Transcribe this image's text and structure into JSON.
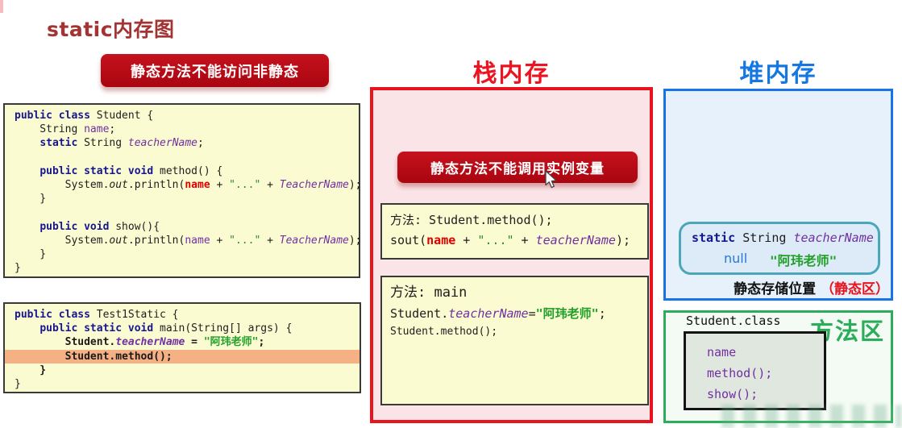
{
  "page": {
    "title": "static内存图"
  },
  "badges": {
    "no_access_nonstatic": "静态方法不能访问非静态",
    "no_instance_vars": "静态方法不能调用实例变量"
  },
  "regions": {
    "stack_title": "栈内存",
    "heap_title": "堆内存",
    "method_area_title": "方法区"
  },
  "colors": {
    "stack_red": "#e8131c",
    "heap_blue": "#1873e8",
    "method_green": "#2bad5a",
    "badge_red": "#b00a14",
    "code_bg": "#fbfbd2",
    "highlight_line": "#f5b183",
    "keyword_navy": "#16168e",
    "field_purple": "#7030a0",
    "string_green": "#22a029",
    "error_red": "#e00000"
  },
  "code_student": {
    "lines": [
      {
        "tokens": [
          {
            "t": "public class ",
            "c": "kw"
          },
          {
            "t": "Student {",
            "c": "pl"
          }
        ]
      },
      {
        "tokens": [
          {
            "t": "    String ",
            "c": "pl"
          },
          {
            "t": "name",
            "c": "fld"
          },
          {
            "t": ";",
            "c": "pl"
          }
        ]
      },
      {
        "tokens": [
          {
            "t": "    ",
            "c": "pl"
          },
          {
            "t": "static ",
            "c": "kw"
          },
          {
            "t": "String ",
            "c": "pl"
          },
          {
            "t": "teacherName",
            "c": "fldi"
          },
          {
            "t": ";",
            "c": "pl"
          }
        ]
      },
      {
        "tokens": []
      },
      {
        "tokens": [
          {
            "t": "    ",
            "c": "pl"
          },
          {
            "t": "public static void ",
            "c": "kw"
          },
          {
            "t": "method() {",
            "c": "pl"
          }
        ]
      },
      {
        "tokens": [
          {
            "t": "        System.",
            "c": "pl"
          },
          {
            "t": "out",
            "c": "iti"
          },
          {
            "t": ".println(",
            "c": "pl"
          },
          {
            "t": "name",
            "c": "red"
          },
          {
            "t": " + ",
            "c": "pl"
          },
          {
            "t": "\"...\"",
            "c": "str"
          },
          {
            "t": " + ",
            "c": "pl"
          },
          {
            "t": "TeacherName",
            "c": "fldi"
          },
          {
            "t": ");",
            "c": "pl"
          }
        ]
      },
      {
        "tokens": [
          {
            "t": "    }",
            "c": "pl"
          }
        ]
      },
      {
        "tokens": []
      },
      {
        "tokens": [
          {
            "t": "    ",
            "c": "pl"
          },
          {
            "t": "public void ",
            "c": "kw"
          },
          {
            "t": "show(){",
            "c": "pl"
          }
        ]
      },
      {
        "tokens": [
          {
            "t": "        System.",
            "c": "pl"
          },
          {
            "t": "out",
            "c": "iti"
          },
          {
            "t": ".println(",
            "c": "pl"
          },
          {
            "t": "name",
            "c": "fld"
          },
          {
            "t": " + ",
            "c": "pl"
          },
          {
            "t": "\"...\"",
            "c": "str"
          },
          {
            "t": " + ",
            "c": "pl"
          },
          {
            "t": "TeacherName",
            "c": "fldi"
          },
          {
            "t": ");",
            "c": "pl"
          }
        ]
      },
      {
        "tokens": [
          {
            "t": "    }",
            "c": "pl"
          }
        ]
      },
      {
        "tokens": [
          {
            "t": "}",
            "c": "pl"
          }
        ]
      }
    ]
  },
  "code_test": {
    "lines": [
      {
        "tokens": [
          {
            "t": "public class ",
            "c": "kw"
          },
          {
            "t": "Test1Static {",
            "c": "pl"
          }
        ]
      },
      {
        "tokens": [
          {
            "t": "    ",
            "c": "pl"
          },
          {
            "t": "public static void ",
            "c": "kw"
          },
          {
            "t": "main(String[] args) {",
            "c": "pl"
          }
        ]
      },
      {
        "tokens": [
          {
            "t": "        ",
            "c": "pl"
          },
          {
            "t": "Student.",
            "c": "b"
          },
          {
            "t": "teacherName",
            "c": "fldib"
          },
          {
            "t": " = ",
            "c": "b"
          },
          {
            "t": "\"阿玮老师\"",
            "c": "strb"
          },
          {
            "t": ";",
            "c": "b"
          }
        ]
      },
      {
        "hl": true,
        "tokens": [
          {
            "t": "        ",
            "c": "pl"
          },
          {
            "t": "Student.method();",
            "c": "b"
          }
        ]
      },
      {
        "tokens": [
          {
            "t": "    }",
            "c": "b"
          }
        ]
      },
      {
        "tokens": [
          {
            "t": "}",
            "c": "pl"
          }
        ]
      }
    ]
  },
  "stack": {
    "frame_method": {
      "lines": [
        {
          "tokens": [
            {
              "t": "方法: Student.method();",
              "c": "pl"
            }
          ]
        },
        {
          "tokens": [
            {
              "t": "sout(",
              "c": "pl"
            },
            {
              "t": "name",
              "c": "red"
            },
            {
              "t": " + ",
              "c": "pl"
            },
            {
              "t": "\"...\"",
              "c": "str"
            },
            {
              "t": " + ",
              "c": "pl"
            },
            {
              "t": "teacherName",
              "c": "fldi"
            },
            {
              "t": ");",
              "c": "pl"
            }
          ]
        }
      ]
    },
    "frame_main": {
      "lines": [
        {
          "cls": "big",
          "tokens": [
            {
              "t": "方法: main",
              "c": "pl"
            }
          ]
        },
        {
          "tokens": [
            {
              "t": "Student.",
              "c": "pl"
            },
            {
              "t": "teacherName",
              "c": "fldi"
            },
            {
              "t": "=",
              "c": "pl"
            },
            {
              "t": "\"阿玮老师\"",
              "c": "strb"
            },
            {
              "t": ";",
              "c": "pl"
            }
          ]
        },
        {
          "cls": "small",
          "tokens": [
            {
              "t": "Student.method();",
              "c": "pl"
            }
          ]
        }
      ]
    }
  },
  "heap": {
    "static_decl": {
      "tokens": [
        {
          "t": "static ",
          "c": "kwb"
        },
        {
          "t": "String ",
          "c": "pl"
        },
        {
          "t": "teacherName",
          "c": "fldi"
        }
      ]
    },
    "null_label": "null",
    "value": "\"阿玮老师\"",
    "caption_black": "静态存储位置",
    "caption_red": "（静态区）"
  },
  "method_area": {
    "class_name": "Student.class",
    "members": [
      "name",
      "method();",
      "show();"
    ]
  }
}
